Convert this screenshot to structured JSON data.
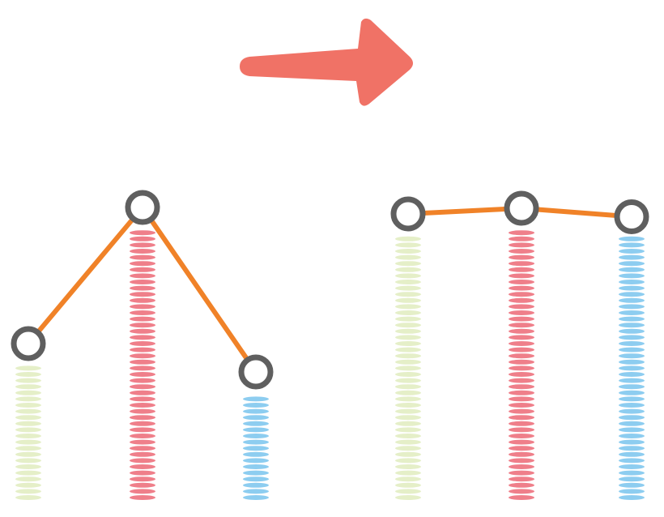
{
  "colors": {
    "background": "#ffffff",
    "arrow": "#f07266",
    "connector": "#f08228",
    "node_ring": "#5f5f5f",
    "node_fill": "#ffffff"
  },
  "arrow_icon": "right-arrow-icon",
  "panels": [
    {
      "name": "before",
      "columns": [
        {
          "name": "green",
          "color": "#e5efc8",
          "level": 0.52
        },
        {
          "name": "red",
          "color": "#ef7f8a",
          "level": 1.0
        },
        {
          "name": "blue",
          "color": "#8dcdf0",
          "level": 0.42
        }
      ]
    },
    {
      "name": "after",
      "columns": [
        {
          "name": "green",
          "color": "#e5efc8",
          "level": 0.98
        },
        {
          "name": "red",
          "color": "#ef7f8a",
          "level": 1.0
        },
        {
          "name": "blue",
          "color": "#8dcdf0",
          "level": 0.97
        }
      ]
    }
  ]
}
